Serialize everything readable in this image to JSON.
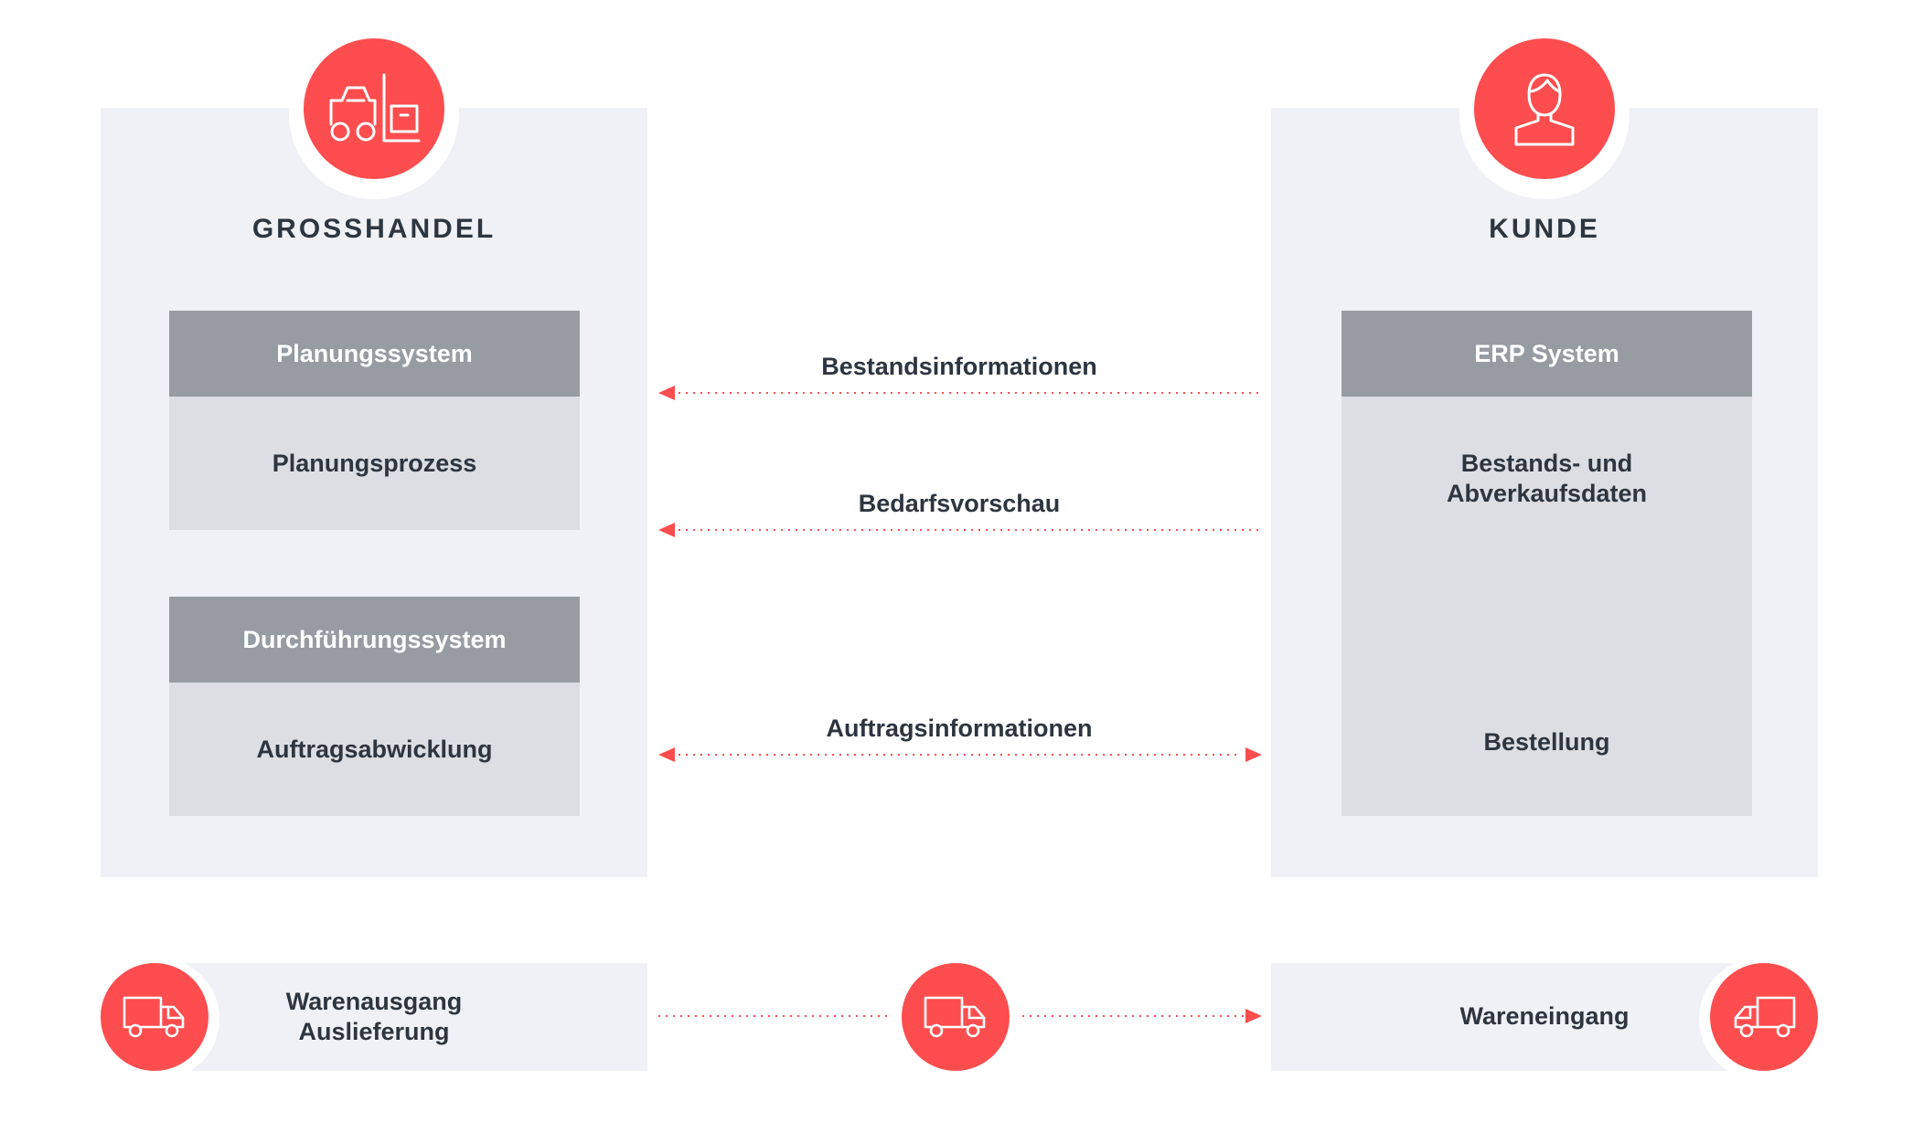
{
  "colors": {
    "accent": "#fd4d4e",
    "panel": "#f0f1f6",
    "box_header": "#979ca3",
    "box_body": "#dcdee3",
    "text": "#2d3540"
  },
  "left": {
    "icon": "forklift-icon",
    "title": "GROSSHANDEL",
    "system1": {
      "header": "Planungssystem",
      "body": "Planungsprozess"
    },
    "system2": {
      "header": "Durchführungssystem",
      "body": "Auftragsabwicklung"
    }
  },
  "right": {
    "icon": "person-icon",
    "title": "KUNDE",
    "system": {
      "header": "ERP System",
      "body_line1": "Bestands- und",
      "body_line2": "Abverkaufsdaten",
      "body_bottom": "Bestellung"
    }
  },
  "flows": [
    {
      "label": "Bestandsinformationen",
      "direction": "right-to-left"
    },
    {
      "label": "Bedarfsvorschau",
      "direction": "right-to-left"
    },
    {
      "label": "Auftragsinformationen",
      "direction": "bidirectional"
    }
  ],
  "logistics": {
    "outbound_line1": "Warenausgang",
    "outbound_line2": "Auslieferung",
    "inbound": "Wareneingang",
    "icon": "truck-icon"
  }
}
